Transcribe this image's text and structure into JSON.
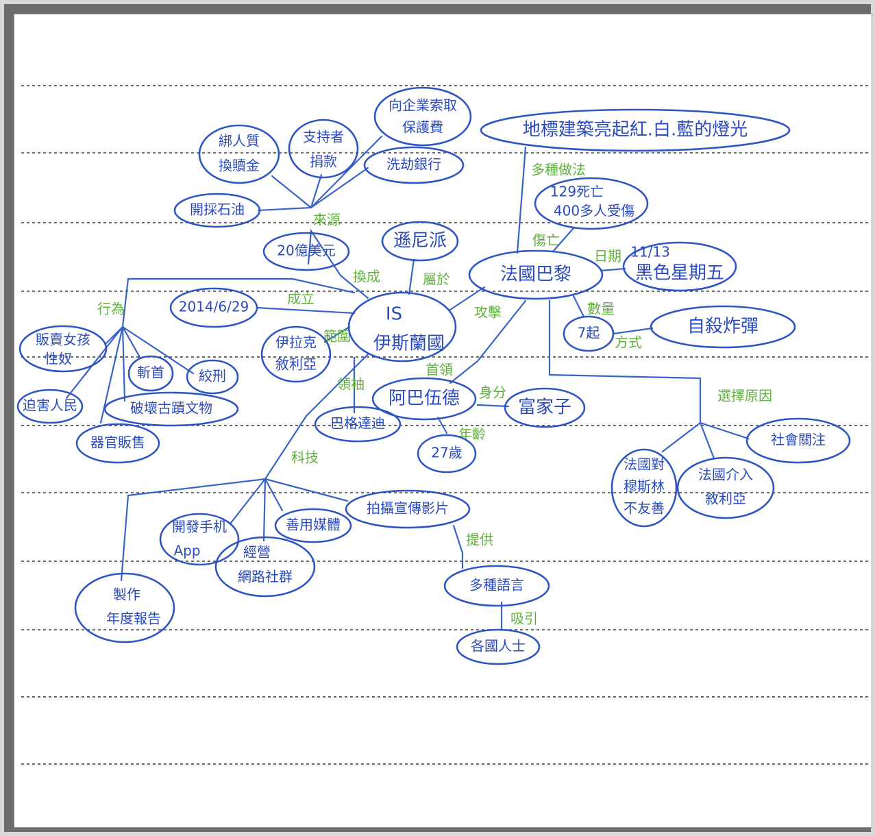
{
  "colors": {
    "ink": "#2f55c4",
    "link_label": "#5fb23a",
    "rules": "#333333",
    "paper": "#ffffff",
    "frame": "#6b6b6b"
  },
  "nodes": {
    "is": [
      "IS",
      "伊斯蘭國"
    ],
    "founded": [
      "2014/6/29"
    ],
    "sunni": [
      "遜尼派"
    ],
    "funds": [
      "20億美元"
    ],
    "oil": [
      "開採石油"
    ],
    "hostage": [
      "綁人質",
      "換贖金"
    ],
    "supporters": [
      "支持者",
      "捐款"
    ],
    "protection": [
      "向企業索取",
      "保護費"
    ],
    "bank": [
      "洗劫銀行"
    ],
    "paris": [
      "法國巴黎"
    ],
    "landmark": [
      "地標建築亮起紅.白.藍的燈光"
    ],
    "casualties": [
      "129死亡",
      "400多人受傷"
    ],
    "date": [
      "11/13",
      "黑色星期五"
    ],
    "seven": [
      "7起"
    ],
    "suicide": [
      "自殺炸彈"
    ],
    "reason_social": [
      "社會關注"
    ],
    "reason_unfriendly": [
      "法國對",
      "穆斯林",
      "不友善"
    ],
    "reason_syria": [
      "法國介入",
      "敘利亞"
    ],
    "scope": [
      "伊拉克",
      "敘利亞"
    ],
    "abaaoud": [
      "阿巴伍德"
    ],
    "rich": [
      "富家子"
    ],
    "age": [
      "27歲"
    ],
    "baghdadi": [
      "巴格達迪"
    ],
    "trafficking": [
      "販賣女孩",
      "性奴"
    ],
    "beheading": [
      "斬首"
    ],
    "hanging": [
      "絞刑"
    ],
    "persecution": [
      "迫害人民"
    ],
    "relics": [
      "破壞古蹟文物"
    ],
    "organs": [
      "器官販售"
    ],
    "video": [
      "拍攝宣傳影片"
    ],
    "app": [
      "開發手机",
      "App"
    ],
    "media": [
      "善用媒體"
    ],
    "social": [
      "經營",
      "網路社群"
    ],
    "report": [
      "製作",
      "年度報告"
    ],
    "languages": [
      "多種語言"
    ],
    "intl": [
      "各國人士"
    ]
  },
  "links": {
    "source": "來源",
    "convert": "換成",
    "belongs": "屬於",
    "founded": "成立",
    "scope": "範圍",
    "leader": "領袖",
    "attack": "攻擊",
    "head": "首領",
    "identity": "身分",
    "age": "年齡",
    "tech": "科技",
    "deeds": "行為",
    "practice": "多種做法",
    "injury": "傷亡",
    "date": "日期",
    "count": "數量",
    "method": "方式",
    "reason": "選擇原因",
    "provide": "提供",
    "attract": "吸引"
  }
}
